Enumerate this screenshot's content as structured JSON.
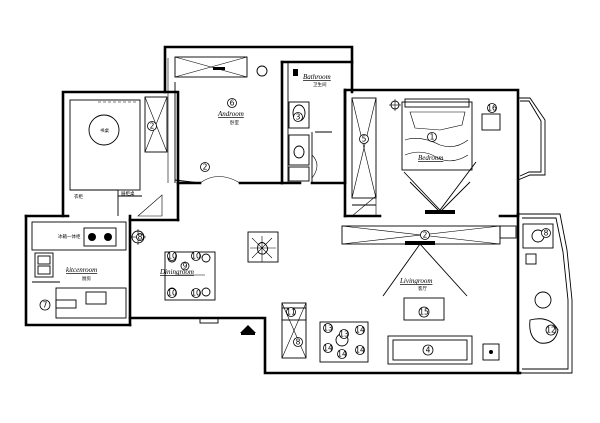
{
  "rooms": {
    "bedroom1": {
      "en": "Androom",
      "cn": "卧室"
    },
    "bathroom": {
      "en": "Bathroom",
      "cn": "卫生间"
    },
    "bedroom2": {
      "en": "Bedroom",
      "cn": ""
    },
    "kitchen": {
      "en": "kitcenroom",
      "cn": "厨房"
    },
    "dining": {
      "en": "Diningroom",
      "cn": ""
    },
    "living": {
      "en": "Livingroom",
      "cn": "客厅"
    }
  },
  "study": {
    "table_label": "书桌",
    "tag_a": "衣柜",
    "tag_b": "展柜桌"
  },
  "kitchen_tags": {
    "counter": "冰箱一体柜"
  },
  "markers": [
    {
      "id": "m2a",
      "text": "2"
    },
    {
      "id": "m6",
      "text": "6"
    },
    {
      "id": "m2b",
      "text": "2"
    },
    {
      "id": "m1",
      "text": "1"
    },
    {
      "id": "m5",
      "text": "5"
    },
    {
      "id": "m16",
      "text": "16"
    },
    {
      "id": "m3",
      "text": "3"
    },
    {
      "id": "m7",
      "text": "7"
    },
    {
      "id": "m8a",
      "text": "8"
    },
    {
      "id": "m9",
      "text": "9"
    },
    {
      "id": "m10a",
      "text": "10"
    },
    {
      "id": "m10b",
      "text": "10"
    },
    {
      "id": "m10c",
      "text": "10"
    },
    {
      "id": "m10d",
      "text": "10"
    },
    {
      "id": "m2c",
      "text": "2"
    },
    {
      "id": "m15",
      "text": "15"
    },
    {
      "id": "m4",
      "text": "4"
    },
    {
      "id": "m11",
      "text": "11"
    },
    {
      "id": "m8b",
      "text": "8"
    },
    {
      "id": "m12",
      "text": "12"
    },
    {
      "id": "m13a",
      "text": "13"
    },
    {
      "id": "m13b",
      "text": "13"
    },
    {
      "id": "m14a",
      "text": "14"
    },
    {
      "id": "m14b",
      "text": "14"
    },
    {
      "id": "m14c",
      "text": "14"
    },
    {
      "id": "m14d",
      "text": "14"
    },
    {
      "id": "m8c",
      "text": "8"
    }
  ]
}
